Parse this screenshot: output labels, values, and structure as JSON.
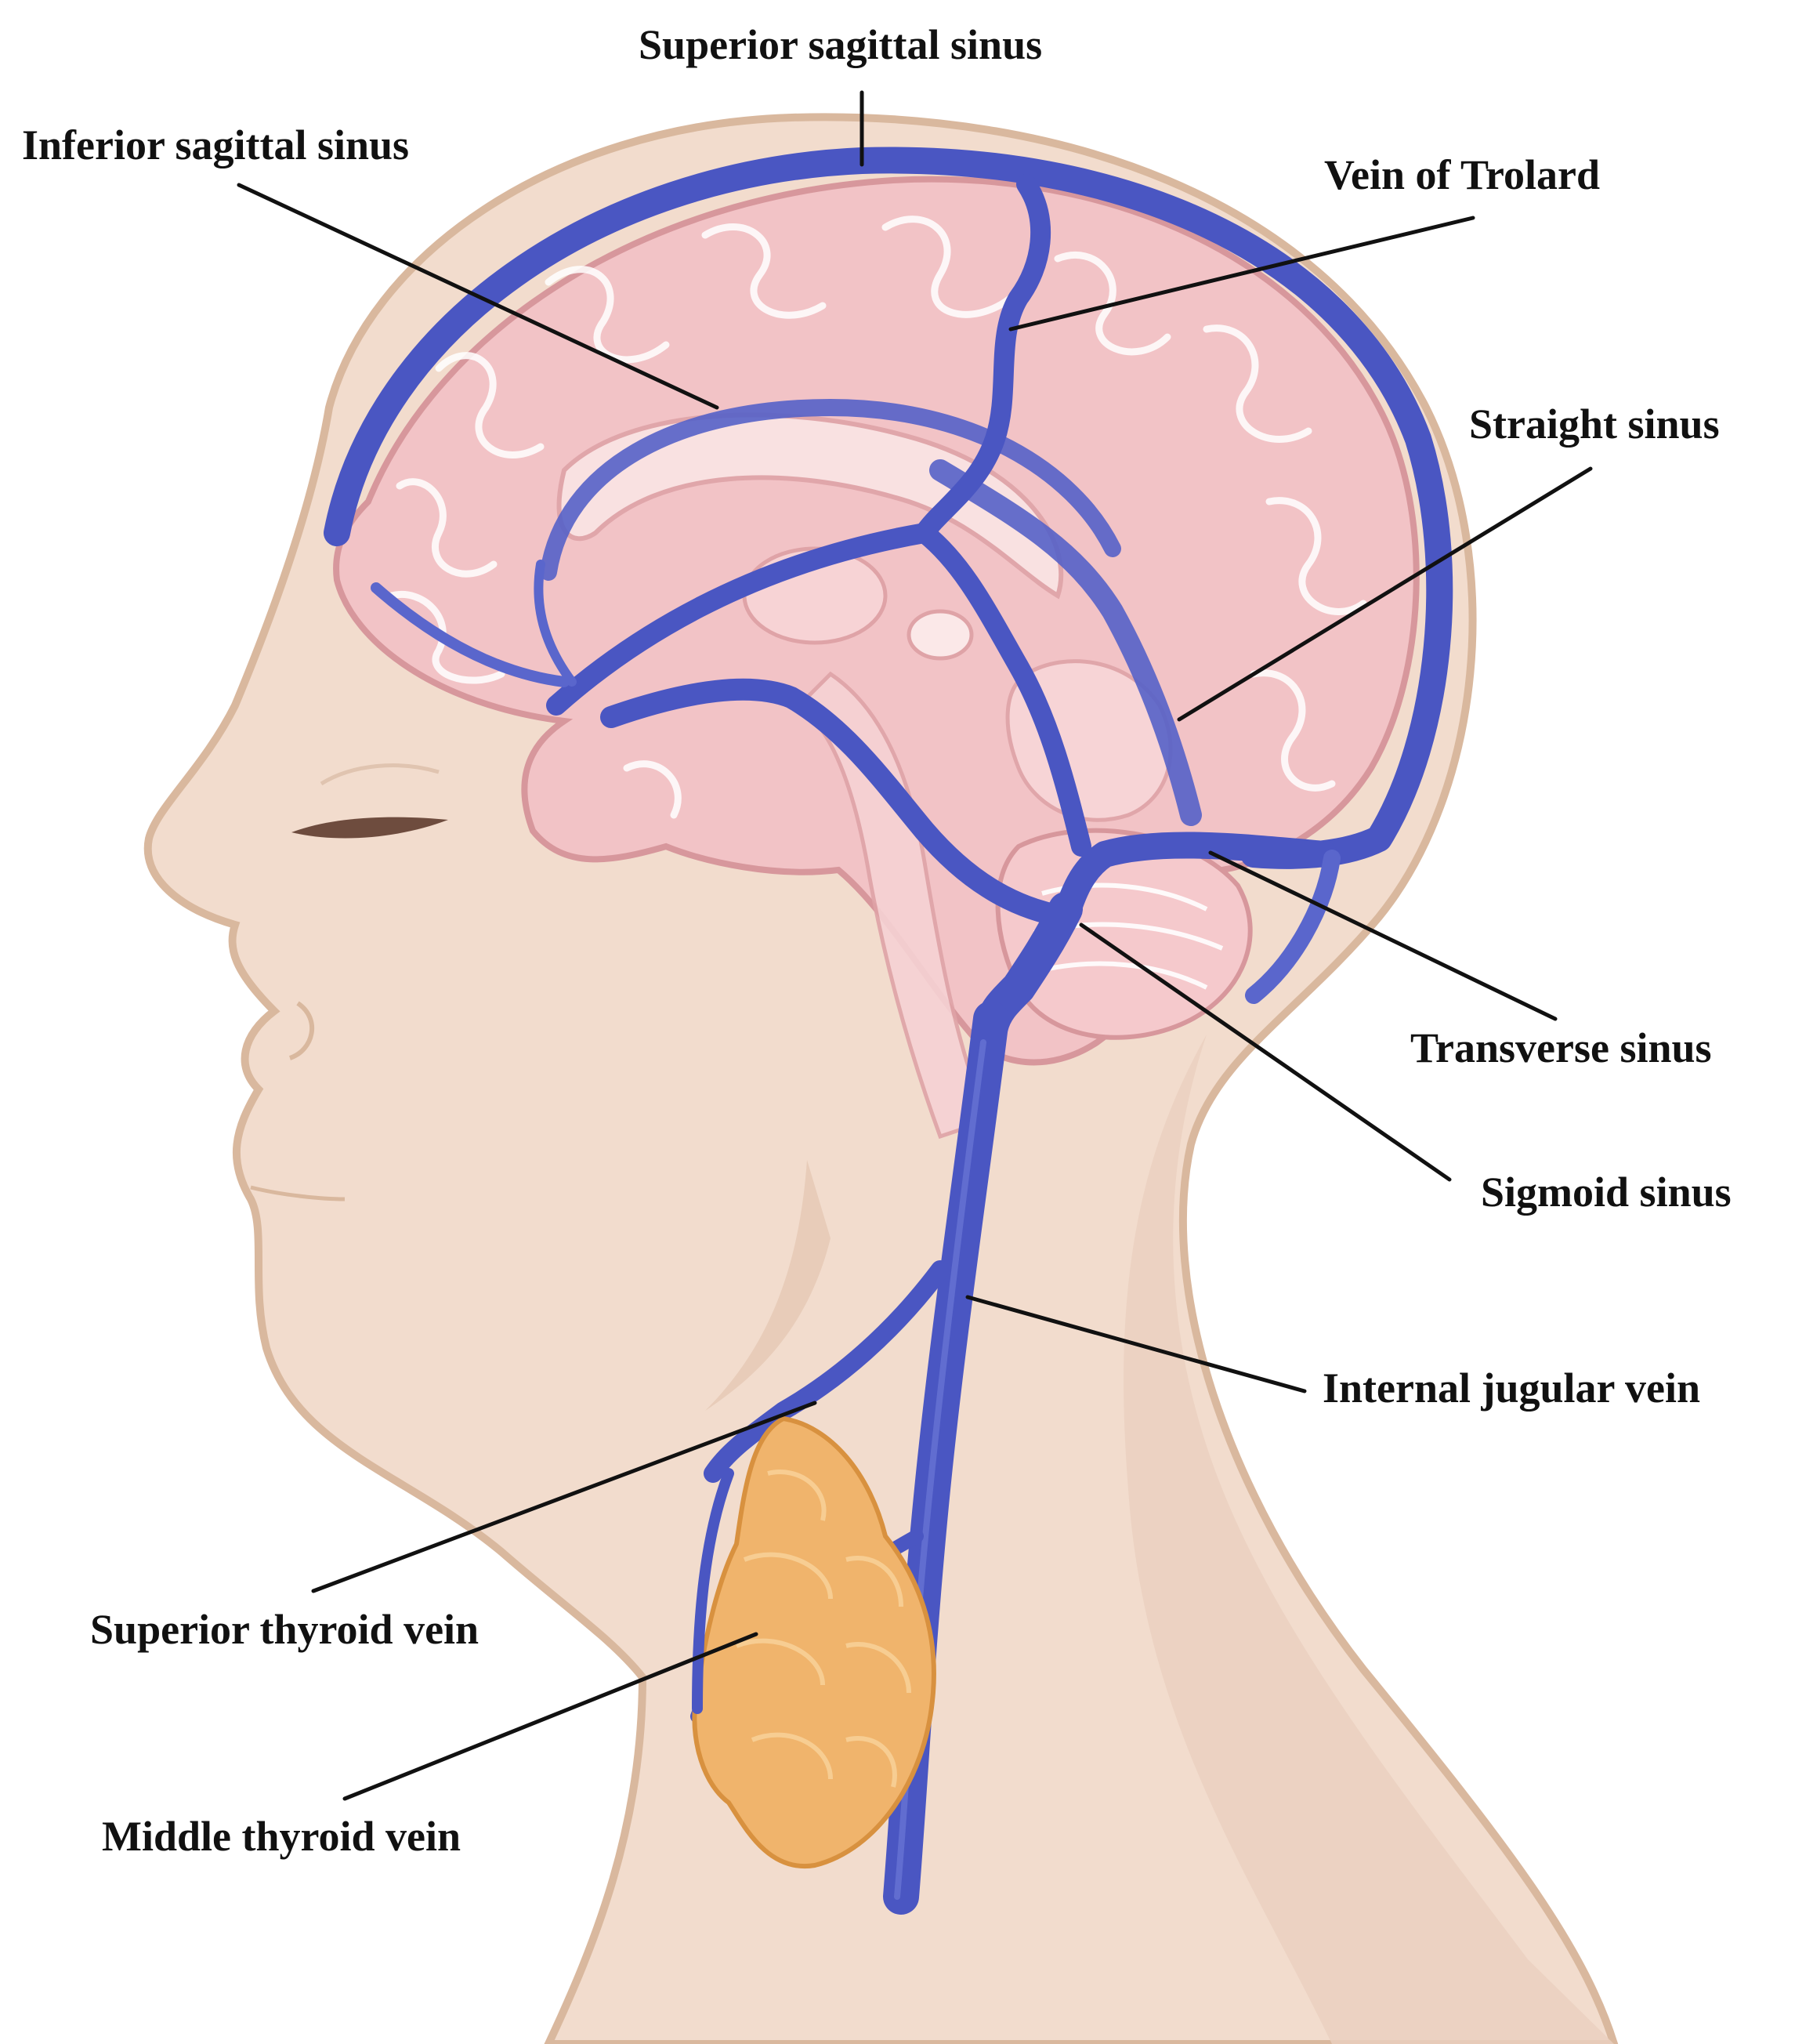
{
  "diagram": {
    "labels": {
      "superior_sagittal_sinus": "Superior sagittal sinus",
      "inferior_sagittal_sinus": "Inferior sagittal sinus",
      "vein_of_trolard": "Vein of Trolard",
      "straight_sinus": "Straight sinus",
      "transverse_sinus": "Transverse sinus",
      "sigmoid_sinus": "Sigmoid sinus",
      "internal_jugular_vein": "Internal jugular vein",
      "superior_thyroid_vein": "Superior thyroid vein",
      "middle_thyroid_vein": "Middle thyroid vein"
    },
    "colors": {
      "skin": "#f2dccd",
      "skin_outline": "#d9b89e",
      "brain": "#f2c3c6",
      "brain_outline": "#d7979c",
      "vein": "#4a56c2",
      "vein_dark": "#36409f",
      "thyroid": "#f0b46c",
      "thyroid_outline": "#d8913f",
      "leader_line": "#111111"
    }
  }
}
